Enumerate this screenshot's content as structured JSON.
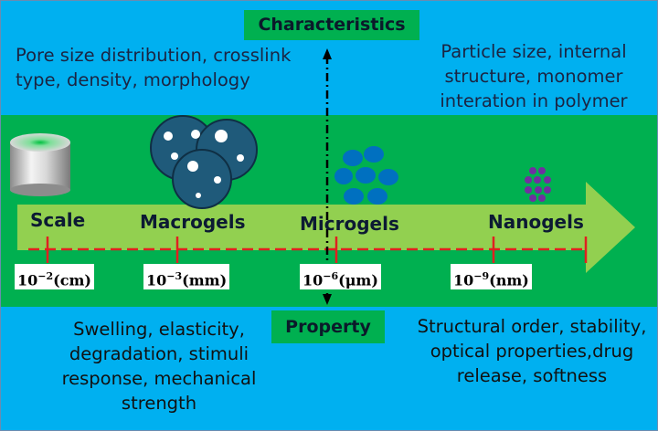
{
  "header": {
    "characteristics": "Characteristics"
  },
  "footer": {
    "property": "Property"
  },
  "characteristics_left": "Pore size distribution, crosslink type, density, morphology",
  "characteristics_right": "Particle size, internal structure, monomer interation in polymer",
  "property_left": "Swelling, elasticity, degradation, stimuli response, mechanical strength",
  "property_right": "Structural order, stability, optical properties,drug release, softness",
  "scale": {
    "label": "Scale",
    "stages": [
      {
        "name": "Macrogels",
        "unit": "(mm)",
        "exponent": "−3"
      },
      {
        "name": "Microgels",
        "unit": "(μm)",
        "exponent": "−6"
      },
      {
        "name": "Nanogels",
        "unit": "(nm)",
        "exponent": "−9"
      }
    ],
    "cm_unit": "(cm)",
    "cm_exponent": "−2",
    "base": "10"
  },
  "colors": {
    "background": "#00b0f0",
    "band": "#00b050",
    "arrow": "#92d050",
    "dashed_line": "#e02020",
    "macro_sphere": "#1f5a7a",
    "micro_blob": "#0070c0",
    "nano_dot": "#7030a0"
  }
}
